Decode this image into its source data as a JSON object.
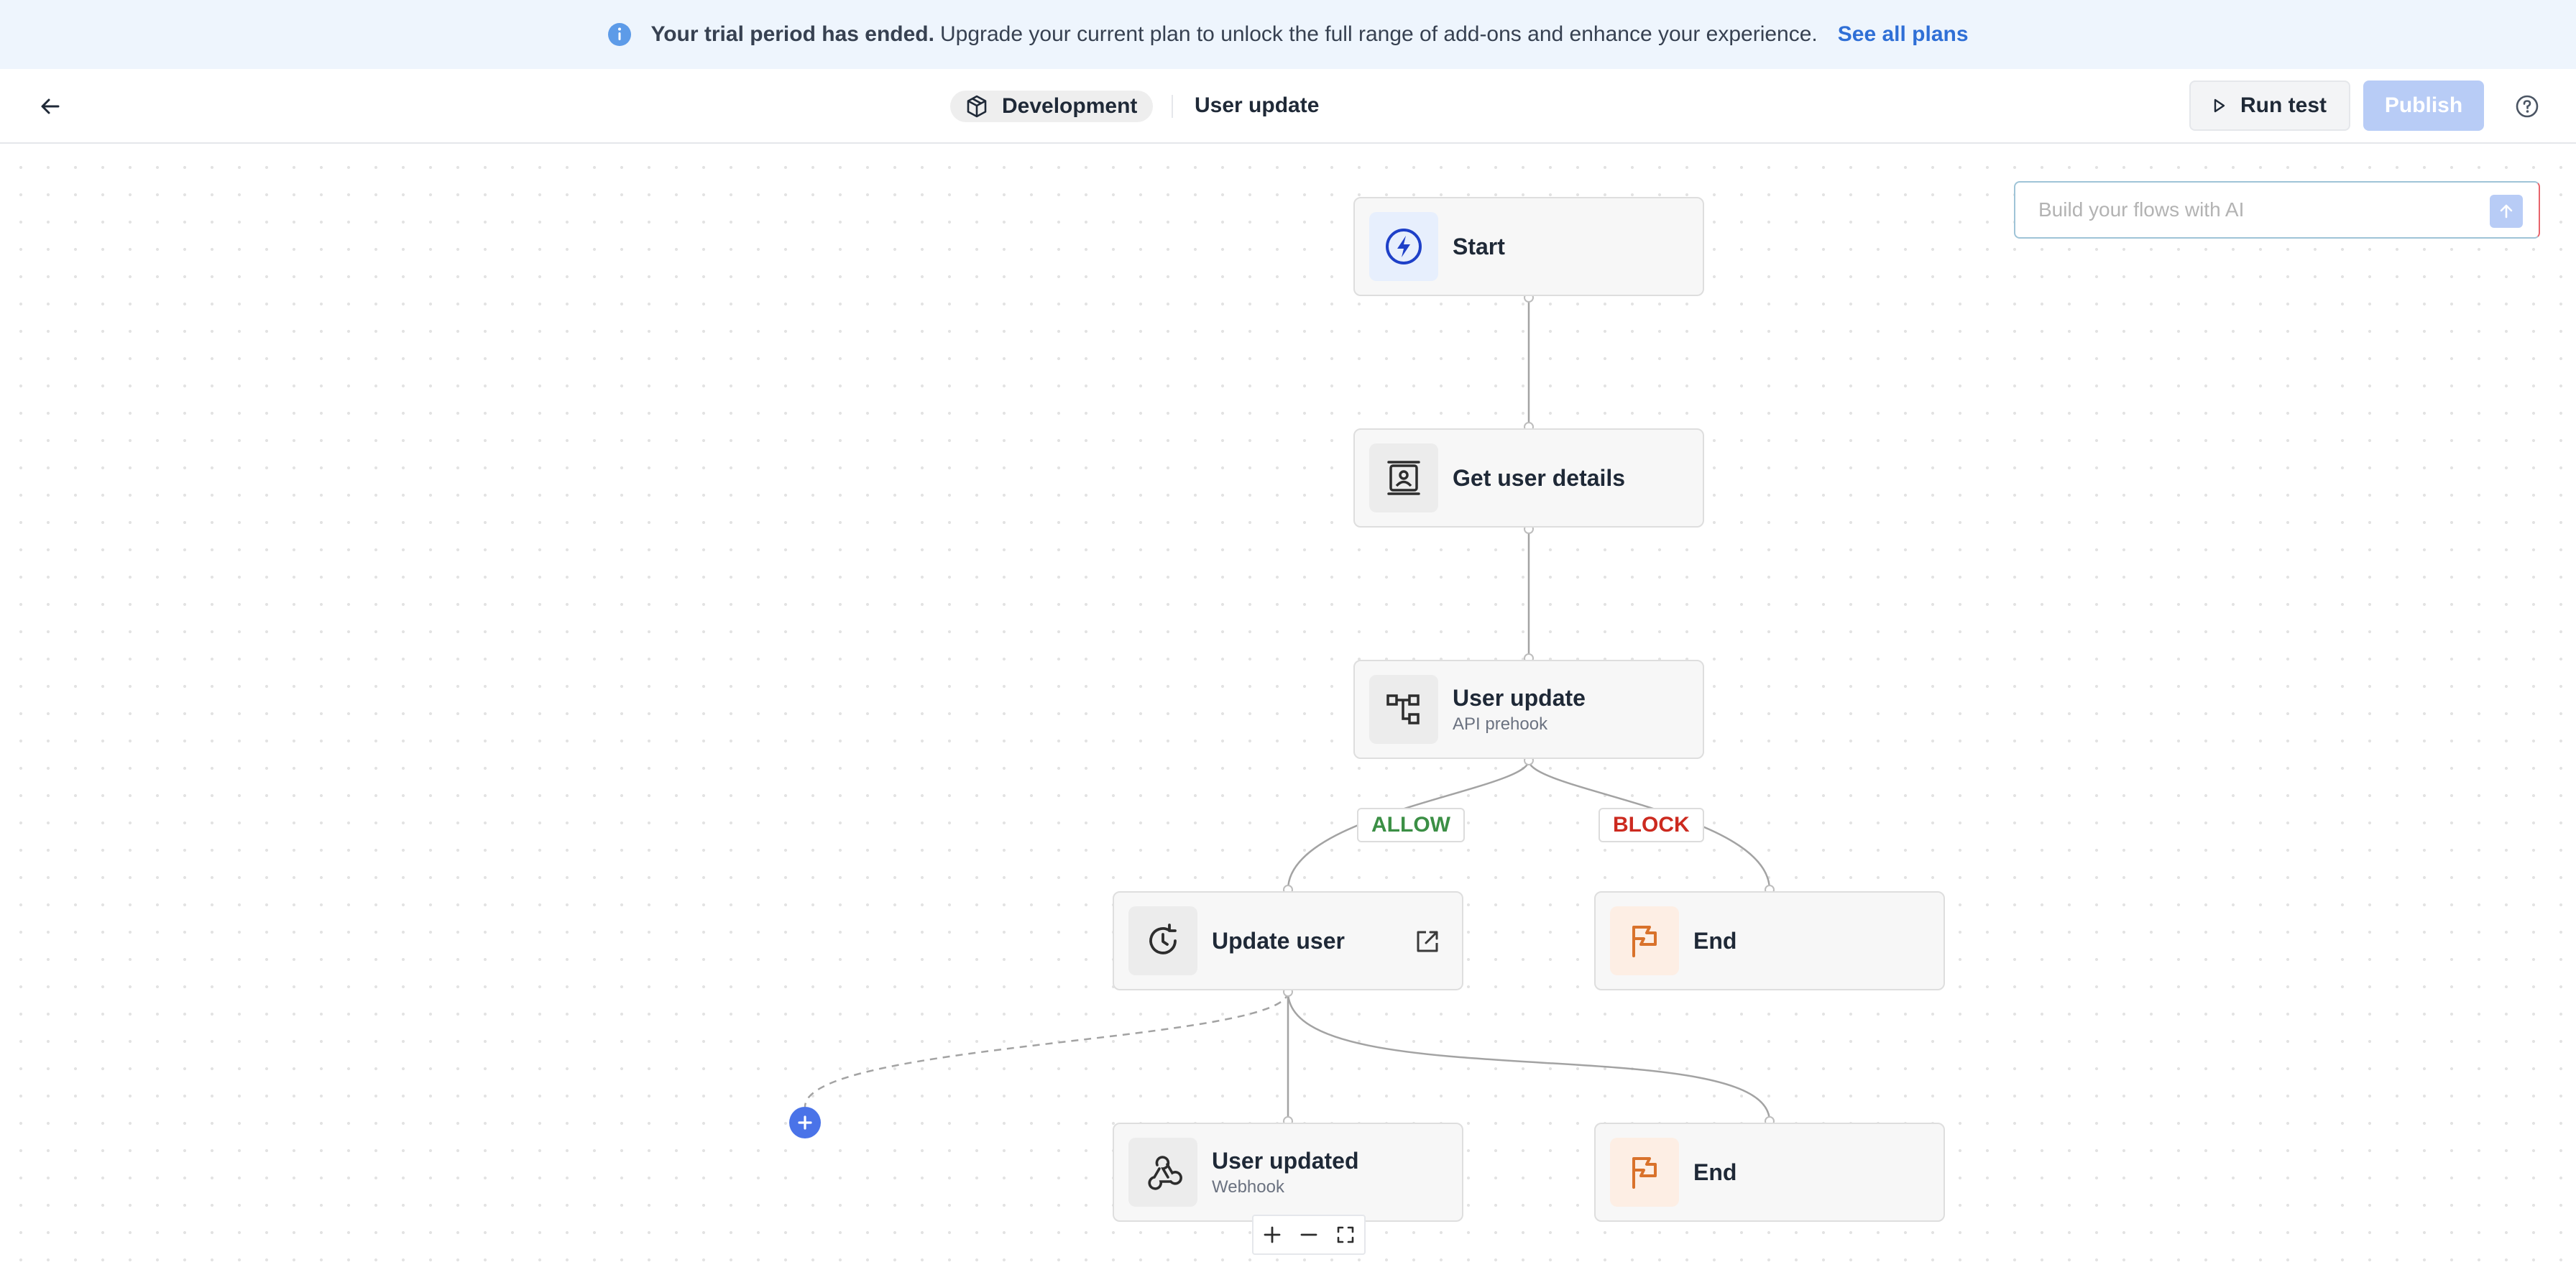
{
  "banner": {
    "bold_text": "Your trial period has ended.",
    "text": "Upgrade your current plan to unlock the full range of add-ons and enhance your experience.",
    "link": "See all plans"
  },
  "header": {
    "environment": "Development",
    "flow_name": "User update",
    "run_test_label": "Run test",
    "publish_label": "Publish"
  },
  "ai_prompt": {
    "placeholder": "Build your flows with AI"
  },
  "nodes": {
    "start": {
      "title": "Start",
      "icon": "lightning-icon"
    },
    "get_user": {
      "title": "Get user details",
      "icon": "user-card-icon"
    },
    "user_update": {
      "title": "User update",
      "subtitle": "API prehook",
      "icon": "flow-icon"
    },
    "update_user": {
      "title": "Update user",
      "icon": "refresh-icon"
    },
    "end_block": {
      "title": "End",
      "icon": "flag-icon"
    },
    "user_updated": {
      "title": "User updated",
      "subtitle": "Webhook",
      "icon": "webhook-icon"
    },
    "end_final": {
      "title": "End",
      "icon": "flag-icon"
    }
  },
  "branches": {
    "allow": "ALLOW",
    "block": "BLOCK"
  },
  "colors": {
    "allow": "#3b8f45",
    "block": "#cc2a1f",
    "accent": "#4a73e8",
    "banner_bg": "#eef5fd"
  }
}
